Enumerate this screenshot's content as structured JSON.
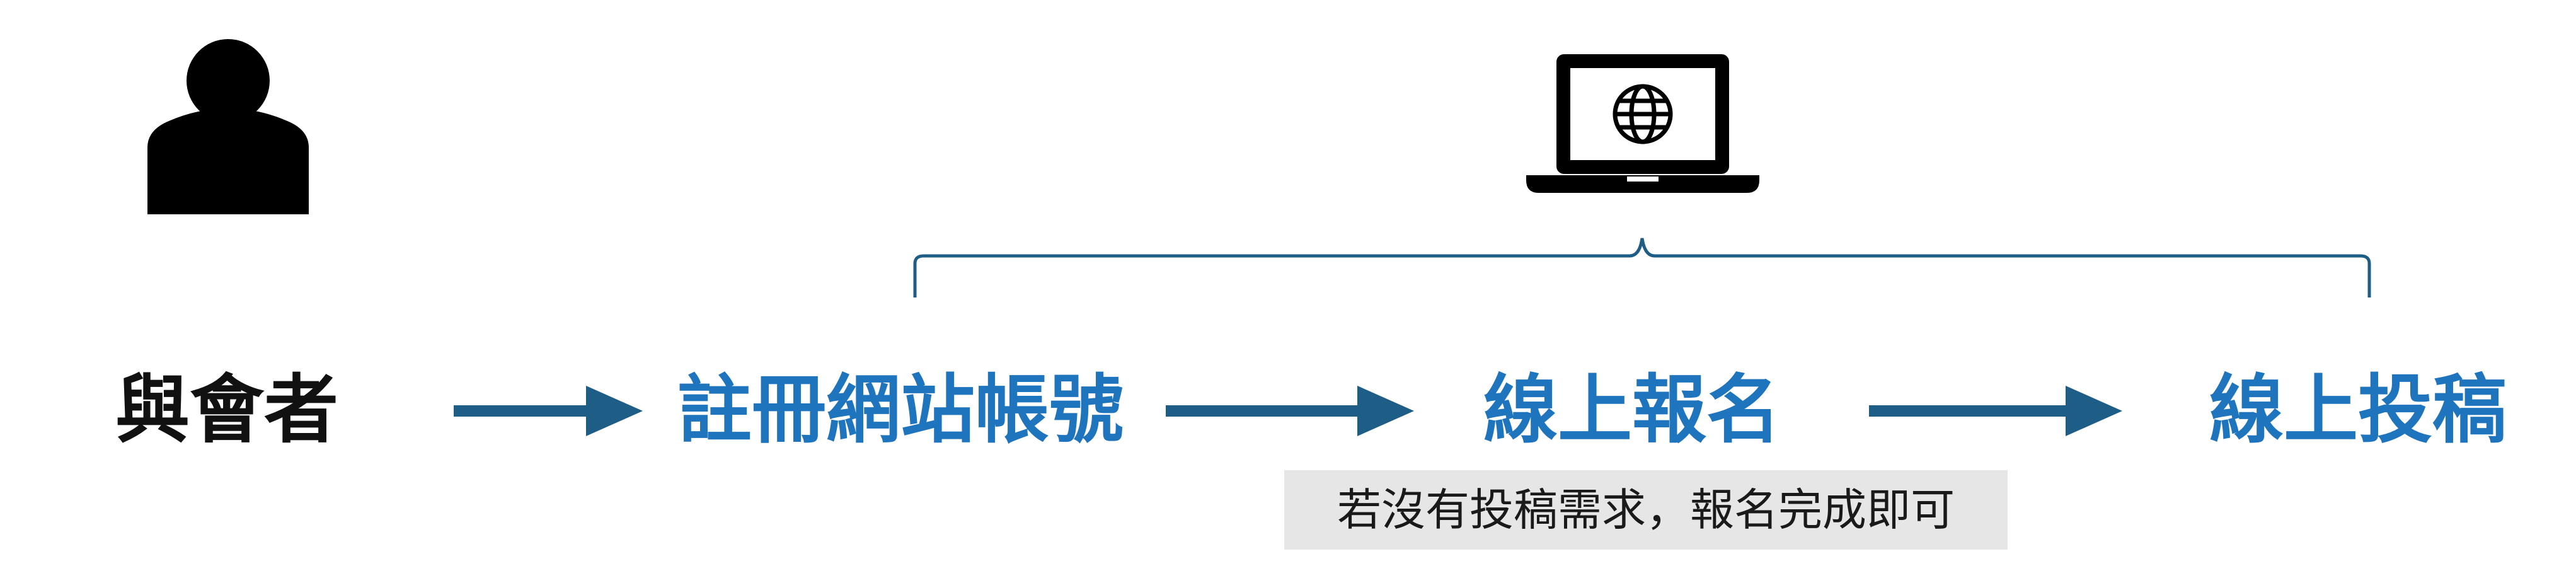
{
  "colors": {
    "accent_blue": "#1f74be",
    "arrow_blue": "#1e5e86",
    "dark": "#111111",
    "note_background": "#e6e6e6"
  },
  "icons": {
    "participant": "person-icon",
    "website": "laptop-globe-icon"
  },
  "flow": {
    "participant_label": "與會者",
    "steps": [
      {
        "label": "註冊網站帳號"
      },
      {
        "label": "線上報名"
      },
      {
        "label": "線上投稿"
      }
    ],
    "note": "若沒有投稿需求，報名完成即可"
  }
}
